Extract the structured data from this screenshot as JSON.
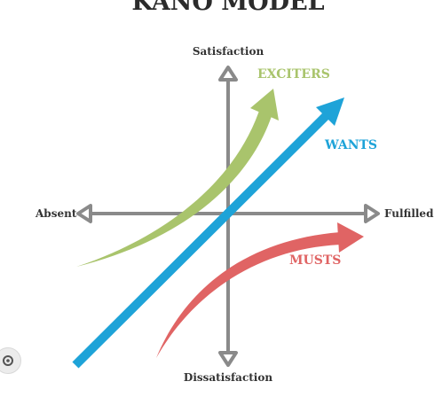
{
  "title": "KANO MODEL",
  "axes": {
    "top": "Satisfaction",
    "bottom": "Dissatisfaction",
    "left": "Absent",
    "right": "Fulfilled"
  },
  "curves": {
    "exciters": {
      "label": "EXCITERS",
      "color": "#a9c46c"
    },
    "wants": {
      "label": "WANTS",
      "color": "#1ea3d8"
    },
    "musts": {
      "label": "MUSTS",
      "color": "#e06464"
    }
  },
  "colors": {
    "axis": "#8a8a8a",
    "axis_text": "#333333",
    "title": "#2b2b2b"
  },
  "icons": {
    "lens": "lens-icon"
  }
}
